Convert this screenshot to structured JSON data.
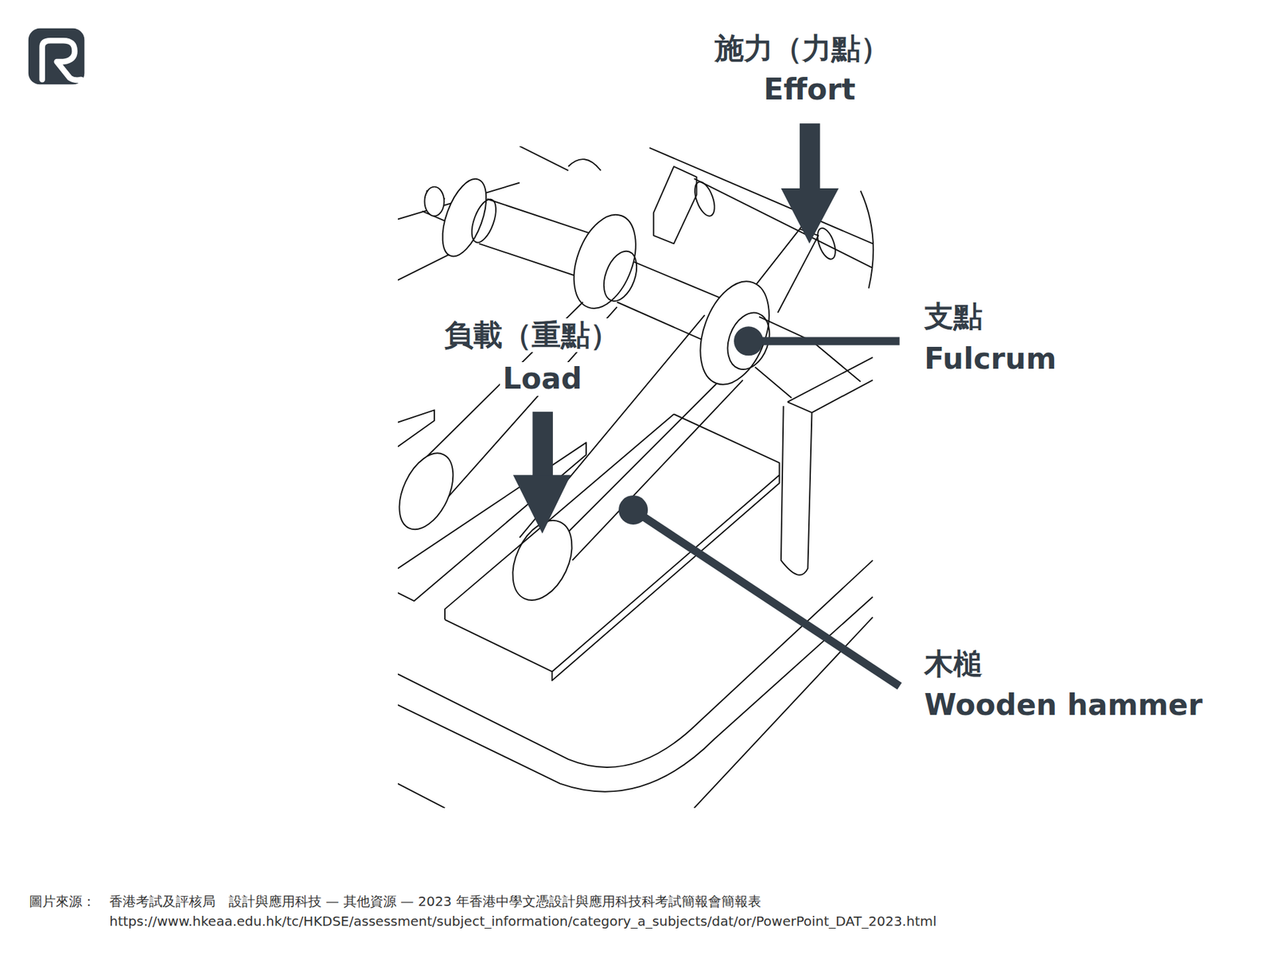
{
  "diagram": {
    "labels": [
      "施力（力點）",
      "Effort",
      "支點",
      "Fulcrum",
      "負載（重點）",
      "Load",
      "木槌",
      "Wooden hammer",
      "圖片來源：",
      "香港考試及評核局",
      "設計與應用科技 — 其他資源 — 2023 年香港中學文憑設計與應用科技科考試簡報會簡報表",
      "https://www.hkeaa.edu.hk/tc/HKDSE/assessment/subject_information/category_a_subjects/dat/or/PowerPoint_DAT_2023.html"
    ]
  }
}
